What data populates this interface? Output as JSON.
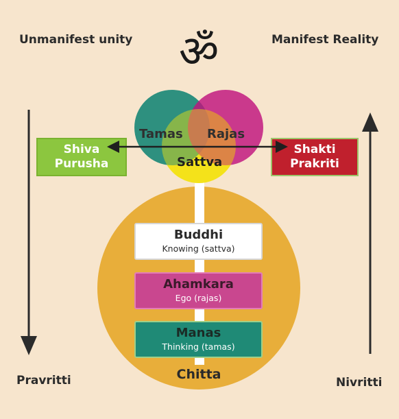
{
  "corners": {
    "top_left": "Unmanifest unity",
    "top_right": "Manifest Reality",
    "bottom_left": "Pravritti",
    "bottom_right": "Nivritti"
  },
  "om_symbol": "ॐ",
  "gunas": {
    "tamas": "Tamas",
    "rajas": "Rajas",
    "sattva": "Sattva"
  },
  "left_box": {
    "line1": "Shiva",
    "line2": "Purusha"
  },
  "right_box": {
    "line1": "Shakti",
    "line2": "Prakriti"
  },
  "chitta": {
    "label": "Chitta",
    "layers": [
      {
        "title": "Buddhi",
        "subtitle": "Knowing (sattva)"
      },
      {
        "title": "Ahamkara",
        "subtitle": "Ego (rajas)"
      },
      {
        "title": "Manas",
        "subtitle": "Thinking (tamas)"
      }
    ]
  },
  "colors": {
    "background": "#f7e5cd",
    "tamas": "#1e8a78",
    "rajas": "#c0127e",
    "sattva": "#f4e21a",
    "shiva": "#8cc63f",
    "shakti": "#c0202d",
    "chitta": "#e8ae3a",
    "buddhi": "#ffffff",
    "ahamkara": "#c9478f",
    "manas": "#1f8a76"
  }
}
